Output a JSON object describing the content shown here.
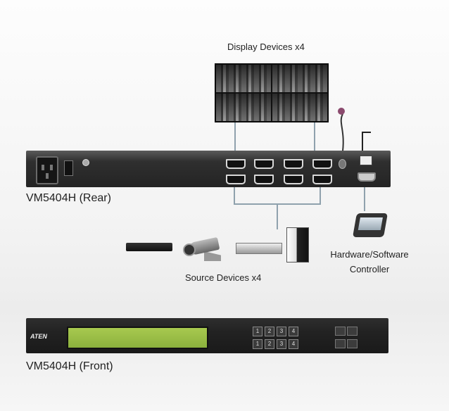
{
  "labels": {
    "display_devices": "Display Devices x4",
    "rear": "VM5404H (Rear)",
    "front": "VM5404H (Front)",
    "source_devices": "Source Devices x4",
    "controller_line1": "Hardware/Software",
    "controller_line2": "Controller"
  },
  "front_panel": {
    "logo": "ATEN",
    "port_keys_top": [
      "1",
      "2",
      "3",
      "4"
    ],
    "port_keys_bottom": [
      "1",
      "2",
      "3",
      "4"
    ]
  },
  "icons": [
    "video-wall",
    "ir-receiver-icon",
    "power-socket-icon",
    "hdmi-port-icon",
    "rj45-port-icon",
    "rs232-port-icon",
    "dvd-player-icon",
    "security-camera-icon",
    "av-receiver-icon",
    "desktop-pc-icon",
    "touch-panel-icon"
  ],
  "colors": {
    "panel": "#242424",
    "connector_line": "#8fa1ad",
    "lcd": "#9bbd45"
  }
}
